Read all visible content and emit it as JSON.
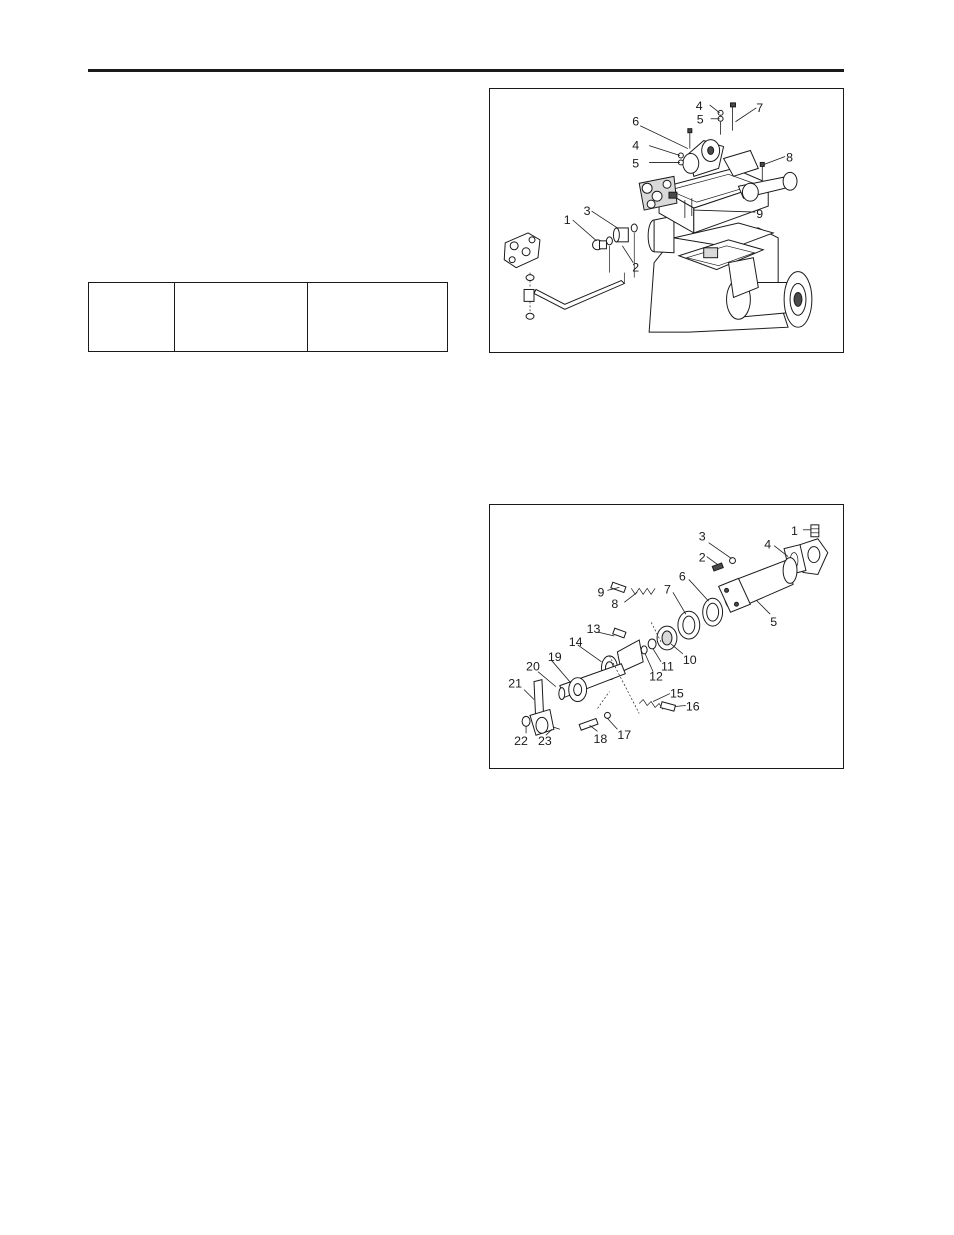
{
  "figures": [
    {
      "callouts": [
        "1",
        "2",
        "3",
        "4",
        "5",
        "4",
        "5",
        "6",
        "7",
        "8",
        "9"
      ]
    },
    {
      "callouts": [
        "1",
        "2",
        "3",
        "4",
        "5",
        "6",
        "7",
        "8",
        "9",
        "10",
        "11",
        "12",
        "13",
        "14",
        "15",
        "16",
        "17",
        "18",
        "19",
        "20",
        "21",
        "22",
        "23"
      ]
    }
  ],
  "table": {
    "rows": [
      [
        "",
        "",
        ""
      ]
    ]
  }
}
